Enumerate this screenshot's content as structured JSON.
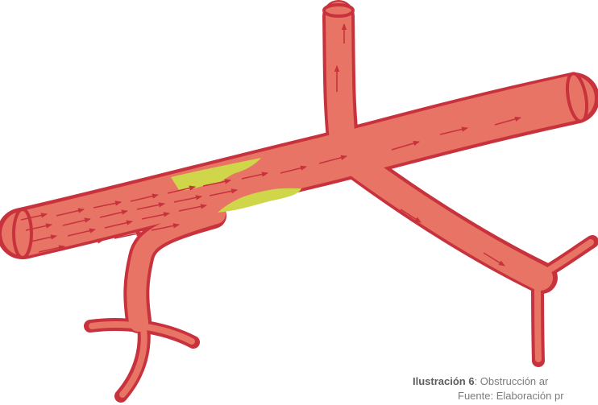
{
  "colors": {
    "vessel_wall": "#c8323c",
    "blood": "#e87466",
    "flow_arrow": "#c8323c",
    "plaque": "#cfd64a",
    "caption_text": "#7c7c7c"
  },
  "icons": [
    "flow-arrow-icon"
  ],
  "caption": {
    "label": "Ilustración 6",
    "text": ": Obstrucción ar",
    "source": "Fuente: Elaboración pr"
  }
}
